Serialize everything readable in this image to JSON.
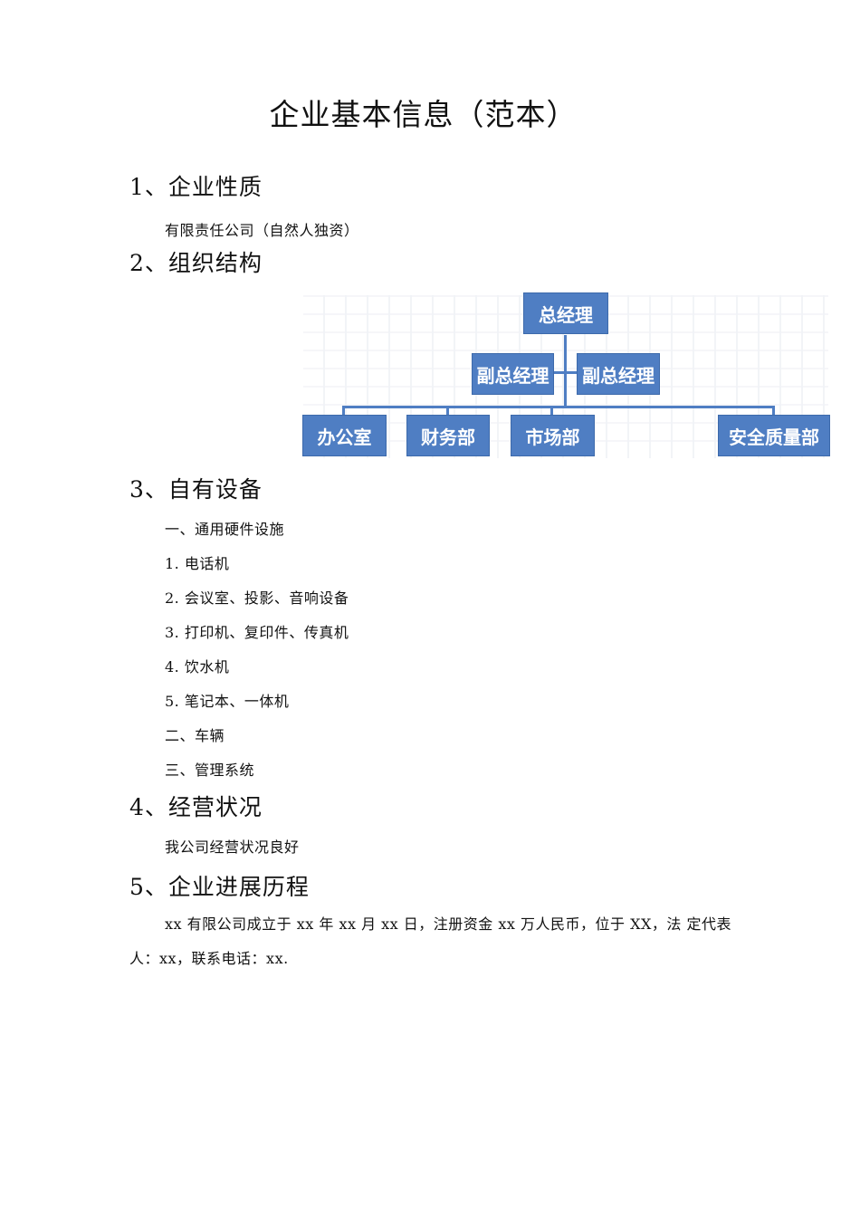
{
  "title": "企业基本信息（范本）",
  "sections": [
    {
      "heading": "1、企业性质",
      "lines": [
        "有限责任公司（自然人独资）"
      ]
    },
    {
      "heading": "2、组织结构"
    },
    {
      "heading": "3、自有设备",
      "lines": [
        "一、通用硬件设施",
        "1. 电话机",
        "2. 会议室、投影、音响设备",
        "3. 打印机、复印件、传真机",
        "4. 饮水机",
        "5. 笔记本、一体机",
        "二、车辆",
        "三、管理系统"
      ]
    },
    {
      "heading": "4、经营状况",
      "lines": [
        "我公司经营状况良好"
      ]
    },
    {
      "heading": "5、企业进展历程",
      "lines": [
        "xx 有限公司成立于 xx 年 xx 月 xx 日，注册资金 xx 万人民币，位于 XX，法  定代表",
        "人：xx，联系电话：xx."
      ]
    }
  ],
  "org_chart": {
    "top": "总经理",
    "deputies": [
      "副总经理",
      "副总经理"
    ],
    "departments": [
      "办公室",
      "财务部",
      "市场部",
      "安全质量部"
    ],
    "node_color": "#4f7ec3"
  }
}
